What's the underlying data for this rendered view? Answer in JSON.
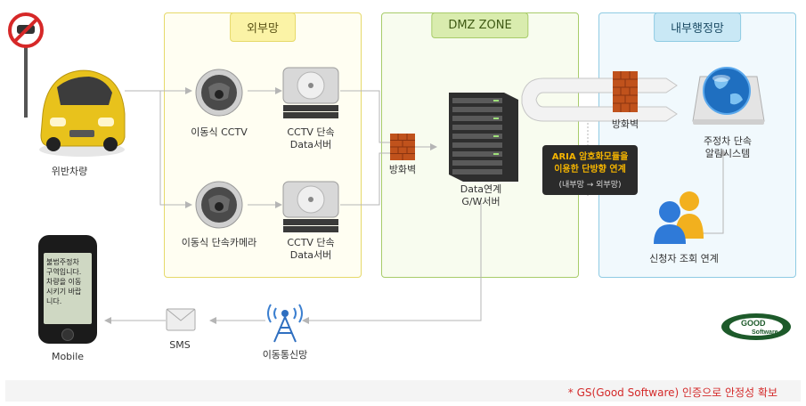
{
  "zones": {
    "external": "외부망",
    "dmz": "DMZ ZONE",
    "internal": "내부행정망"
  },
  "nodes": {
    "vehicle": "위반차량",
    "cctv_mobile": "이동식 CCTV",
    "cctv_speed": "이동식 단속카메라",
    "cctv_server_1": [
      "CCTV 단속",
      "Data서버"
    ],
    "cctv_server_2": [
      "CCTV 단속",
      "Data서버"
    ],
    "firewall_ext": "방화벽",
    "gw_server": [
      "Data연계",
      "G/W서버"
    ],
    "firewall_int": "방화벽",
    "alert_system": [
      "주정차 단속",
      "알림시스템"
    ],
    "applicant": "신청자 조회 연계",
    "mobile_network": "이동통신망",
    "sms": "SMS",
    "mobile": "Mobile"
  },
  "callout": {
    "line1": "ARIA 암호화모듈을",
    "line2": "이용한 단방향 연계",
    "line3": "(내부망 → 외부망)"
  },
  "phone_message": [
    "불법주정차",
    "구역입니다.",
    "차량을 이동",
    "시키기 바랍",
    "니다."
  ],
  "logo_text": {
    "good": "GOOD",
    "software": "Software"
  },
  "footer_note": "* GS(Good Software) 인증으로 안정성 확보",
  "colors": {
    "external_border": "#e6d96a",
    "dmz_border": "#a8cc6a",
    "internal_border": "#8fcbe3",
    "note_red": "#d42a2a",
    "callout_accent": "#f4b400",
    "car_yellow": "#e8c21c"
  }
}
